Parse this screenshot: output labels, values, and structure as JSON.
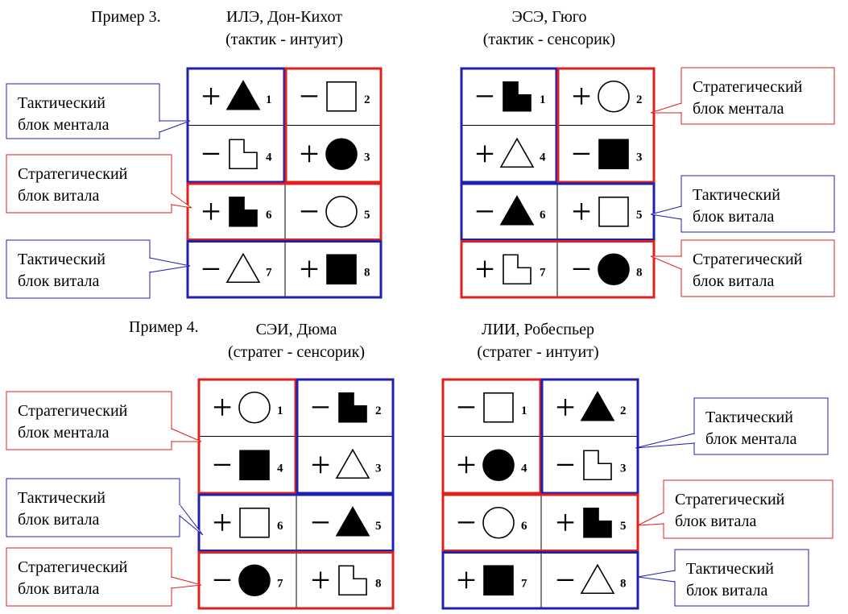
{
  "colors": {
    "red": "#e0201c",
    "blue": "#2020b0",
    "ink": "#000000"
  },
  "ex3_label": "Пример 3.",
  "ex4_label": "Пример 4.",
  "grids": [
    {
      "id": "ile",
      "title1": "ИЛЭ, Дон-Кихот",
      "title2": "(тактик - интуит)",
      "cells": [
        {
          "sign": "+",
          "shape": "triangle-filled",
          "num": "1"
        },
        {
          "sign": "−",
          "shape": "square-outline",
          "num": "2"
        },
        {
          "sign": "−",
          "shape": "step-outline",
          "num": "4"
        },
        {
          "sign": "+",
          "shape": "circle-filled",
          "num": "3"
        },
        {
          "sign": "+",
          "shape": "step-filled",
          "num": "6"
        },
        {
          "sign": "−",
          "shape": "circle-outline",
          "num": "5"
        },
        {
          "sign": "−",
          "shape": "triangle-outline",
          "num": "7"
        },
        {
          "sign": "+",
          "shape": "square-filled",
          "num": "8"
        }
      ]
    },
    {
      "id": "ese",
      "title1": "ЭСЭ, Гюго",
      "title2": "(тактик - сенсорик)",
      "cells": [
        {
          "sign": "−",
          "shape": "step-filled",
          "num": "1"
        },
        {
          "sign": "+",
          "shape": "circle-outline",
          "num": "2"
        },
        {
          "sign": "+",
          "shape": "triangle-outline",
          "num": "4"
        },
        {
          "sign": "−",
          "shape": "square-filled",
          "num": "3"
        },
        {
          "sign": "−",
          "shape": "triangle-filled",
          "num": "6"
        },
        {
          "sign": "+",
          "shape": "square-outline",
          "num": "5"
        },
        {
          "sign": "+",
          "shape": "step-outline",
          "num": "7"
        },
        {
          "sign": "−",
          "shape": "circle-filled",
          "num": "8"
        }
      ]
    },
    {
      "id": "sei",
      "title1": "СЭИ, Дюма",
      "title2": "(стратег - сенсорик)",
      "cells": [
        {
          "sign": "+",
          "shape": "circle-outline",
          "num": "1"
        },
        {
          "sign": "−",
          "shape": "step-filled",
          "num": "2"
        },
        {
          "sign": "−",
          "shape": "square-filled",
          "num": "4"
        },
        {
          "sign": "+",
          "shape": "triangle-outline",
          "num": "3"
        },
        {
          "sign": "+",
          "shape": "square-outline",
          "num": "6"
        },
        {
          "sign": "−",
          "shape": "triangle-filled",
          "num": "5"
        },
        {
          "sign": "−",
          "shape": "circle-filled",
          "num": "7"
        },
        {
          "sign": "+",
          "shape": "step-outline",
          "num": "8"
        }
      ]
    },
    {
      "id": "lii",
      "title1": "ЛИИ, Робеспьер",
      "title2": "(стратег - интуит)",
      "cells": [
        {
          "sign": "−",
          "shape": "square-outline",
          "num": "1"
        },
        {
          "sign": "+",
          "shape": "triangle-filled",
          "num": "2"
        },
        {
          "sign": "+",
          "shape": "circle-filled",
          "num": "4"
        },
        {
          "sign": "−",
          "shape": "step-outline",
          "num": "3"
        },
        {
          "sign": "−",
          "shape": "circle-outline",
          "num": "6"
        },
        {
          "sign": "+",
          "shape": "step-filled",
          "num": "5"
        },
        {
          "sign": "+",
          "shape": "square-filled",
          "num": "7"
        },
        {
          "sign": "−",
          "shape": "triangle-outline",
          "num": "8"
        }
      ]
    }
  ],
  "callouts": [
    {
      "id": "c1",
      "line1": "Тактический",
      "line2": "блок ментала",
      "color": "blue"
    },
    {
      "id": "c2",
      "line1": "Стратегический",
      "line2": "блок витала",
      "color": "red"
    },
    {
      "id": "c3",
      "line1": "Тактический",
      "line2": "блок витала",
      "color": "blue"
    },
    {
      "id": "c4",
      "line1": "Стратегический",
      "line2": "блок ментала",
      "color": "red"
    },
    {
      "id": "c5",
      "line1": "Тактический",
      "line2": "блок витала",
      "color": "blue"
    },
    {
      "id": "c6",
      "line1": "Стратегический",
      "line2": "блок витала",
      "color": "red"
    },
    {
      "id": "c7",
      "line1": "Стратегический",
      "line2": "блок ментала",
      "color": "red"
    },
    {
      "id": "c8",
      "line1": "Тактический",
      "line2": "блок  витала",
      "color": "blue"
    },
    {
      "id": "c9",
      "line1": "Стратегический",
      "line2": "блок витала",
      "color": "red"
    },
    {
      "id": "c10",
      "line1": "Тактический",
      "line2": "блок ментала",
      "color": "blue"
    },
    {
      "id": "c11",
      "line1": "Стратегический",
      "line2": "блок витала",
      "color": "red"
    },
    {
      "id": "c12",
      "line1": "Тактический",
      "line2": "блок витала",
      "color": "blue"
    }
  ]
}
